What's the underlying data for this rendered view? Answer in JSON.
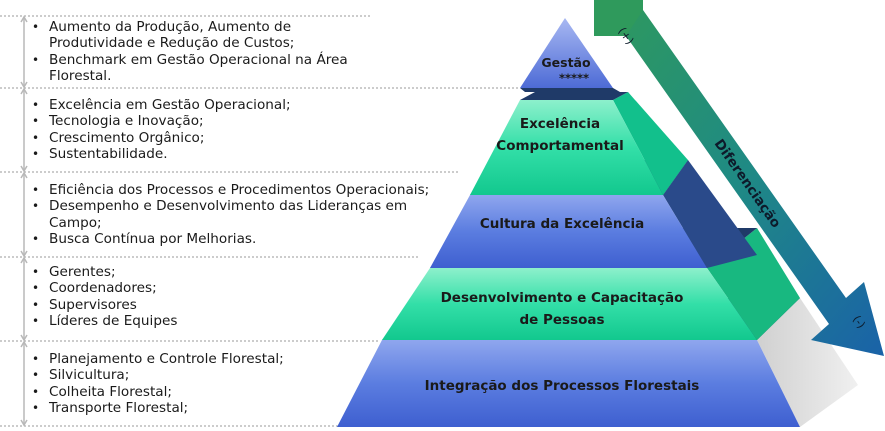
{
  "pyramid": {
    "levels": [
      {
        "title": "Gestão",
        "subtitle": "*****",
        "bullets": [
          "Aumento da Produção, Aumento de Produtividade e Redução de Custos;",
          "Benchmark em Gestão Operacional na Área Florestal."
        ]
      },
      {
        "title_line1": "Excelência",
        "title_line2": "Comportamental",
        "bullets": [
          "Excelência em Gestão Operacional;",
          "Tecnologia e Inovação;",
          "Crescimento Orgânico;",
          "Sustentabilidade."
        ]
      },
      {
        "title": "Cultura da Excelência",
        "bullets": [
          "Eficiência  dos Processos e Procedimentos Operacionais;",
          "Desempenho e Desenvolvimento das Lideranças em Campo;",
          "Busca Contínua por Melhorias."
        ]
      },
      {
        "title_line1": "Desenvolvimento e Capacitação",
        "title_line2": "de Pessoas",
        "bullets": [
          "Gerentes;",
          "Coordenadores;",
          "Supervisores",
          "Líderes de Equipes"
        ]
      },
      {
        "title": "Integração dos Processos  Florestais",
        "bullets": [
          "Planejamento e Controle Florestal;",
          "Silvicultura;",
          "Colheita Florestal;",
          "Transporte Florestal;"
        ]
      }
    ]
  },
  "arrow": {
    "label": "Diferenciação",
    "top_sign": "(+)",
    "bottom_sign": "(-)"
  },
  "colors": {
    "blue": "#4f6fd6",
    "teal": "#1fd39b",
    "navy": "#1f3a68",
    "arrow_green": "#2a8f6a",
    "arrow_blue": "#1a6aa0"
  }
}
